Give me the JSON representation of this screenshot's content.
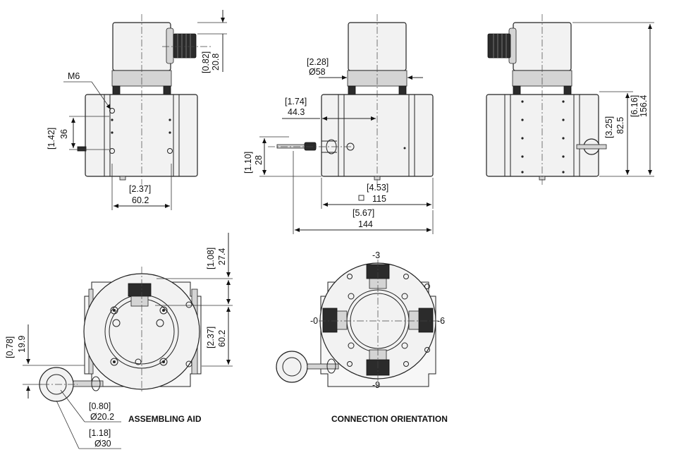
{
  "dimensions": {
    "front_thread": "M6",
    "front_conn_in": "[0.82]",
    "front_conn_mm": "20.8",
    "front_height_in": "[1.42]",
    "front_height_mm": "36",
    "front_width_in": "[2.37]",
    "front_width_mm": "60.2",
    "side_dia_in": "[2.28]",
    "side_dia_mm": "Ø58",
    "side_offset_in": "[1.74]",
    "side_offset_mm": "44.3",
    "side_cable_in": "[1.10]",
    "side_cable_mm": "28",
    "side_square_in": "[4.53]",
    "side_square_mm": "115",
    "side_total_in": "[5.67]",
    "side_total_mm": "144",
    "right_height_in": "[3.25]",
    "right_height_mm": "82.5",
    "right_total_in": "[6.16]",
    "right_total_mm": "156.4",
    "bottom_top_in": "[1.08]",
    "bottom_top_mm": "27.4",
    "bottom_mid_in": "[2.37]",
    "bottom_mid_mm": "60.2",
    "bottom_left_in": "[0.78]",
    "bottom_left_mm": "19.9",
    "aid_inner_in": "[0.80]",
    "aid_inner_mm": "Ø20.2",
    "aid_outer_in": "[1.18]",
    "aid_outer_mm": "Ø30"
  },
  "orientation": {
    "top": "-3",
    "left": "-0",
    "right": "-6",
    "bottom": "-9"
  },
  "captions": {
    "assembling": "ASSEMBLING AID",
    "connection": "CONNECTION ORIENTATION"
  }
}
